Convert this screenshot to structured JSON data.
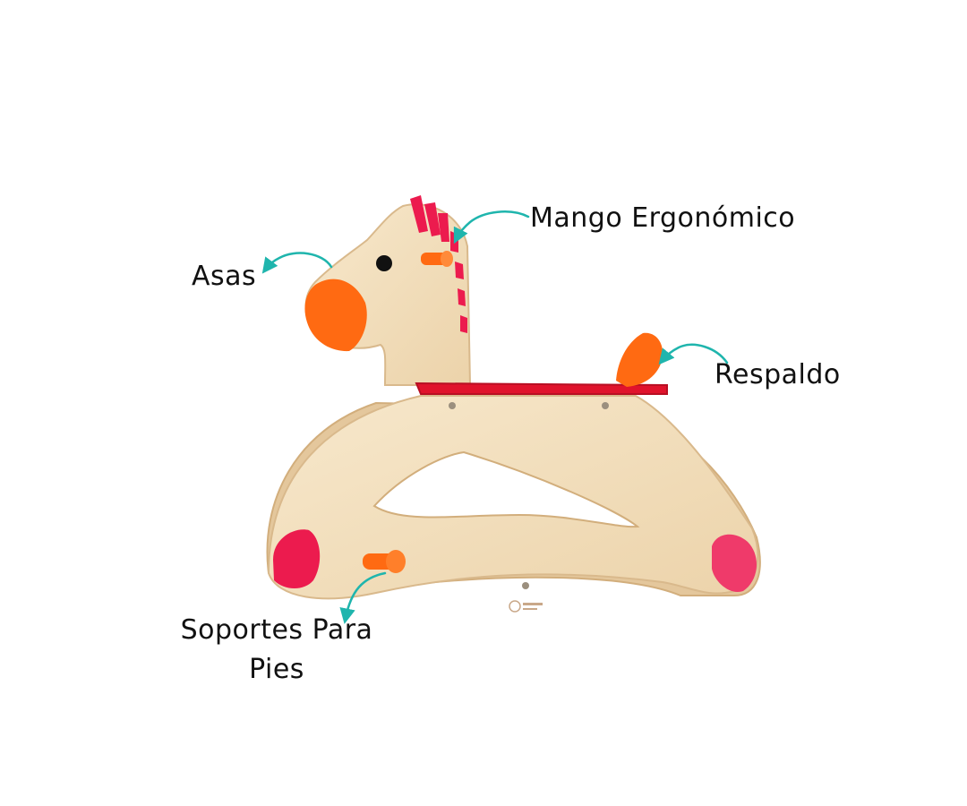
{
  "labels": {
    "handle": "Mango Ergonómico",
    "grips": "Asas",
    "backrest": "Respaldo",
    "footrests": "Soportes Para Pies"
  },
  "colors": {
    "wood": "#f3dfbf",
    "wood_edge": "#d9b98c",
    "seat_red": "#e0132c",
    "mane_pink": "#ec1b4e",
    "orange": "#ff6a12",
    "arrow_teal": "#1fb5ad",
    "text": "#111111"
  },
  "icons": {
    "pointer": "curved-arrow-icon"
  }
}
